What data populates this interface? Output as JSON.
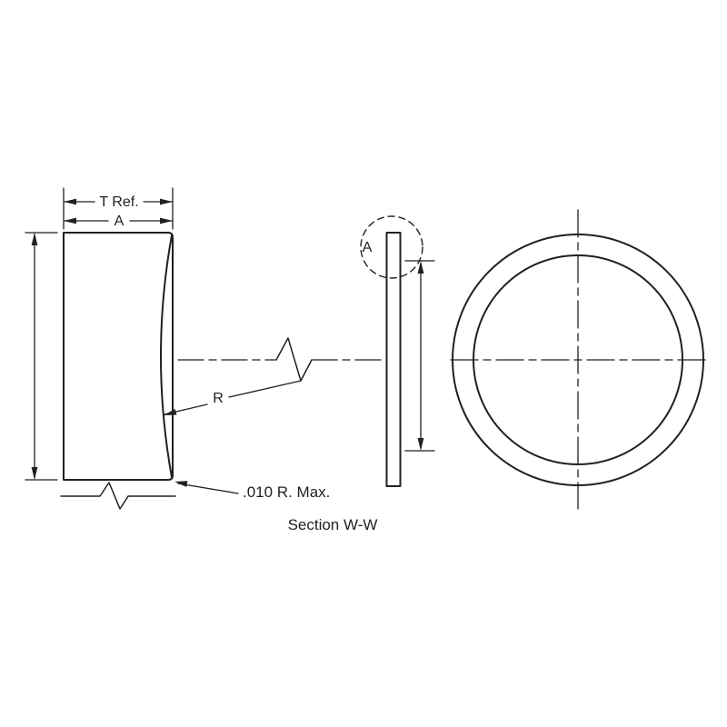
{
  "labels": {
    "t_ref": "T Ref.",
    "a_dim": "A",
    "radius": "R",
    "a_detail": "A",
    "radius_note": ".010 R. Max.",
    "section_caption": "Section W-W"
  },
  "colors": {
    "line": "#231f20",
    "background": "#ffffff"
  }
}
